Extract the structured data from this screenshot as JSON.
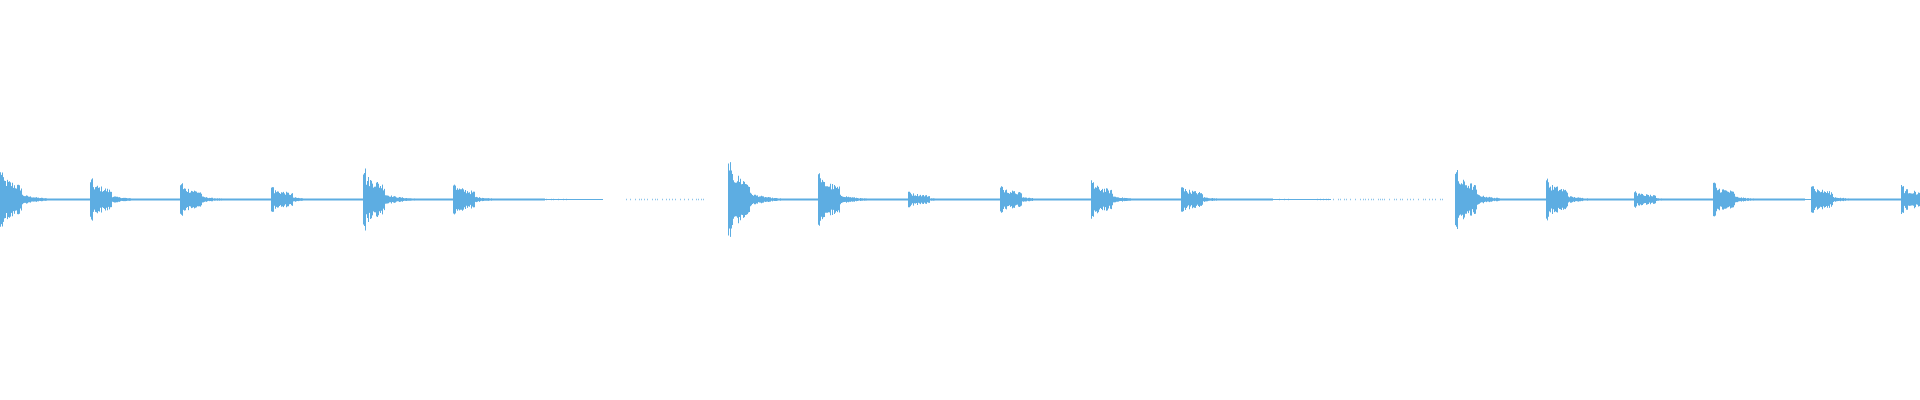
{
  "waveform": {
    "color": "#5dade2",
    "background": "#ffffff",
    "hits": [
      {
        "time": 0.0,
        "amp": 0.48
      },
      {
        "time": 0.047,
        "amp": 0.34
      },
      {
        "time": 0.094,
        "amp": 0.28
      },
      {
        "time": 0.141,
        "amp": 0.22
      },
      {
        "time": 0.189,
        "amp": 0.52
      },
      {
        "time": 0.236,
        "amp": 0.28
      },
      {
        "time": 0.379,
        "amp": 0.62
      },
      {
        "time": 0.426,
        "amp": 0.44
      },
      {
        "time": 0.473,
        "amp": 0.14
      },
      {
        "time": 0.521,
        "amp": 0.24
      },
      {
        "time": 0.568,
        "amp": 0.32
      },
      {
        "time": 0.615,
        "amp": 0.24
      },
      {
        "time": 0.758,
        "amp": 0.48
      },
      {
        "time": 0.805,
        "amp": 0.34
      },
      {
        "time": 0.851,
        "amp": 0.14
      },
      {
        "time": 0.892,
        "amp": 0.28
      },
      {
        "time": 0.943,
        "amp": 0.26
      },
      {
        "time": 0.99,
        "amp": 0.24
      }
    ],
    "faint_regions": [
      {
        "start": 0.282,
        "end": 0.296
      },
      {
        "start": 0.326,
        "end": 0.368
      },
      {
        "start": 0.666,
        "end": 0.673
      },
      {
        "start": 0.686,
        "end": 0.752
      }
    ]
  }
}
